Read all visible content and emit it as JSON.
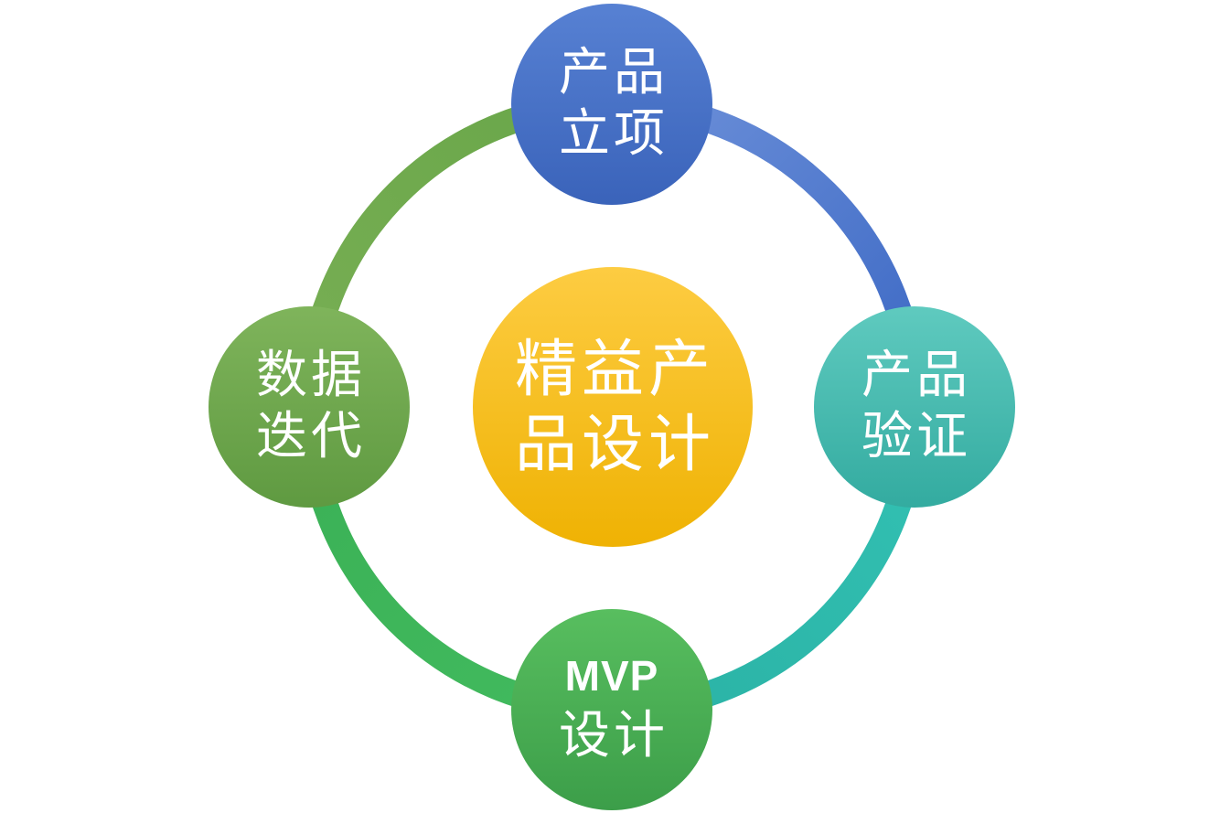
{
  "diagram": {
    "text_color": "#ffffff",
    "background": "#ffffff",
    "center": {
      "label": "精益产品设计",
      "lines": [
        "精益产",
        "品设计"
      ],
      "gradient": {
        "top": "#FDCC42",
        "bottom": "#EFB203"
      }
    },
    "nodes": [
      {
        "id": "top",
        "label": "产品立项",
        "lines": [
          "产品",
          "立项"
        ],
        "gradient": {
          "top": "#5781D3",
          "bottom": "#3A63BA"
        }
      },
      {
        "id": "right",
        "label": "产品验证",
        "lines": [
          "产品",
          "验证"
        ],
        "gradient": {
          "top": "#5FCABF",
          "bottom": "#33ABA0"
        }
      },
      {
        "id": "bottom",
        "label": "MVP设计",
        "lines": [
          "MVP",
          "设计"
        ],
        "gradient": {
          "top": "#58BE5F",
          "bottom": "#3C9E49"
        }
      },
      {
        "id": "left",
        "label": "数据迭代",
        "lines": [
          "数据",
          "迭代"
        ],
        "gradient": {
          "top": "#7FB45B",
          "bottom": "#5F9A41"
        }
      }
    ],
    "ring": {
      "arc_ne": {
        "start": "#6A8ED8",
        "end": "#3E6AC5"
      },
      "arc_se": {
        "start": "#32C0B2",
        "end": "#2BB3A6"
      },
      "arc_sw": {
        "start": "#41BA5E",
        "end": "#3BB156"
      },
      "arc_nw": {
        "start": "#77AE53",
        "end": "#6AA74A"
      }
    }
  }
}
